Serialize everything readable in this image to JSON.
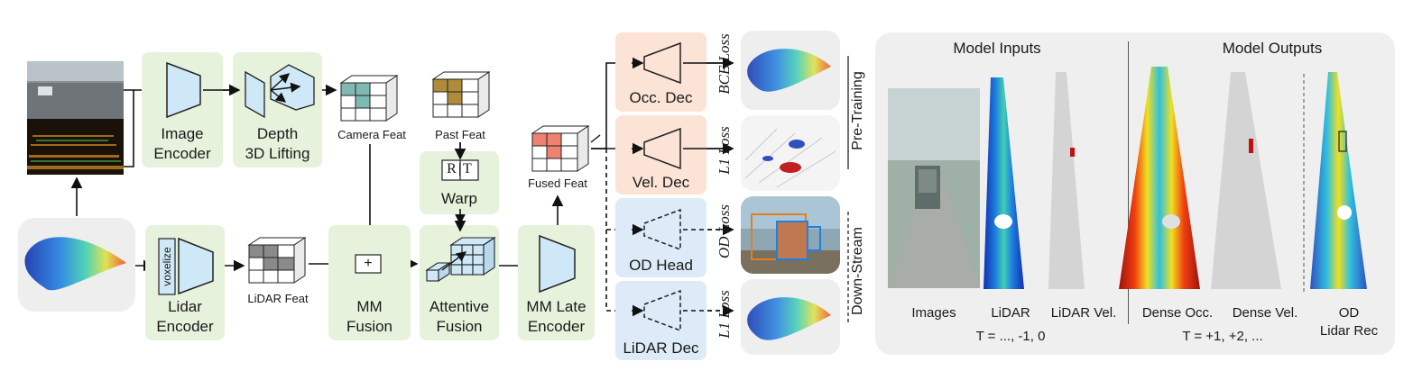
{
  "pipeline": {
    "image_encoder": "Image\nEncoder",
    "depth_lifting": "Depth\n3D Lifting",
    "camera_feat": "Camera Feat",
    "past_feat": "Past Feat",
    "warp": "Warp",
    "rt_label": "R|T",
    "lidar_feat": "LiDAR Feat",
    "voxelize": "voxelize",
    "lidar_encoder": "Lidar\nEncoder",
    "mm_fusion": "MM\nFusion",
    "plus": "+",
    "attentive_fusion": "Attentive\nFusion",
    "mm_late_encoder": "MM Late\nEncoder",
    "fused_feat": "Fused Feat"
  },
  "heads": {
    "occ_dec": "Occ. Dec",
    "vel_dec": "Vel. Dec",
    "od_head": "OD Head",
    "lidar_dec": "LiDAR Dec"
  },
  "losses": {
    "bce": "BCE Loss",
    "l1_top": "L1 Loss",
    "od": "OD Loss",
    "l1_bottom": "L1 Loss"
  },
  "phases": {
    "pretraining": "Pre-Training",
    "downstream": "Down-Stream"
  },
  "panel": {
    "inputs_title": "Model Inputs",
    "outputs_title": "Model Outputs",
    "input_labels": [
      "Images",
      "LiDAR",
      "LiDAR Vel."
    ],
    "output_labels": [
      "Dense Occ.",
      "Dense Vel.",
      "OD\nLidar Rec"
    ],
    "input_time": "T = ..., -1, 0",
    "output_time": "T = +1, +2, ..."
  },
  "colors": {
    "green_box": "#e6f2dc",
    "orange_box": "#fbe3d6",
    "blue_box": "#dcebf7",
    "encoder_fill": "#cfe8f7",
    "teal_cube": "#7fb9b3",
    "gold_cube": "#b08b3a",
    "gray_cube": "#8a8a8a",
    "red_cube": "#f08070"
  }
}
